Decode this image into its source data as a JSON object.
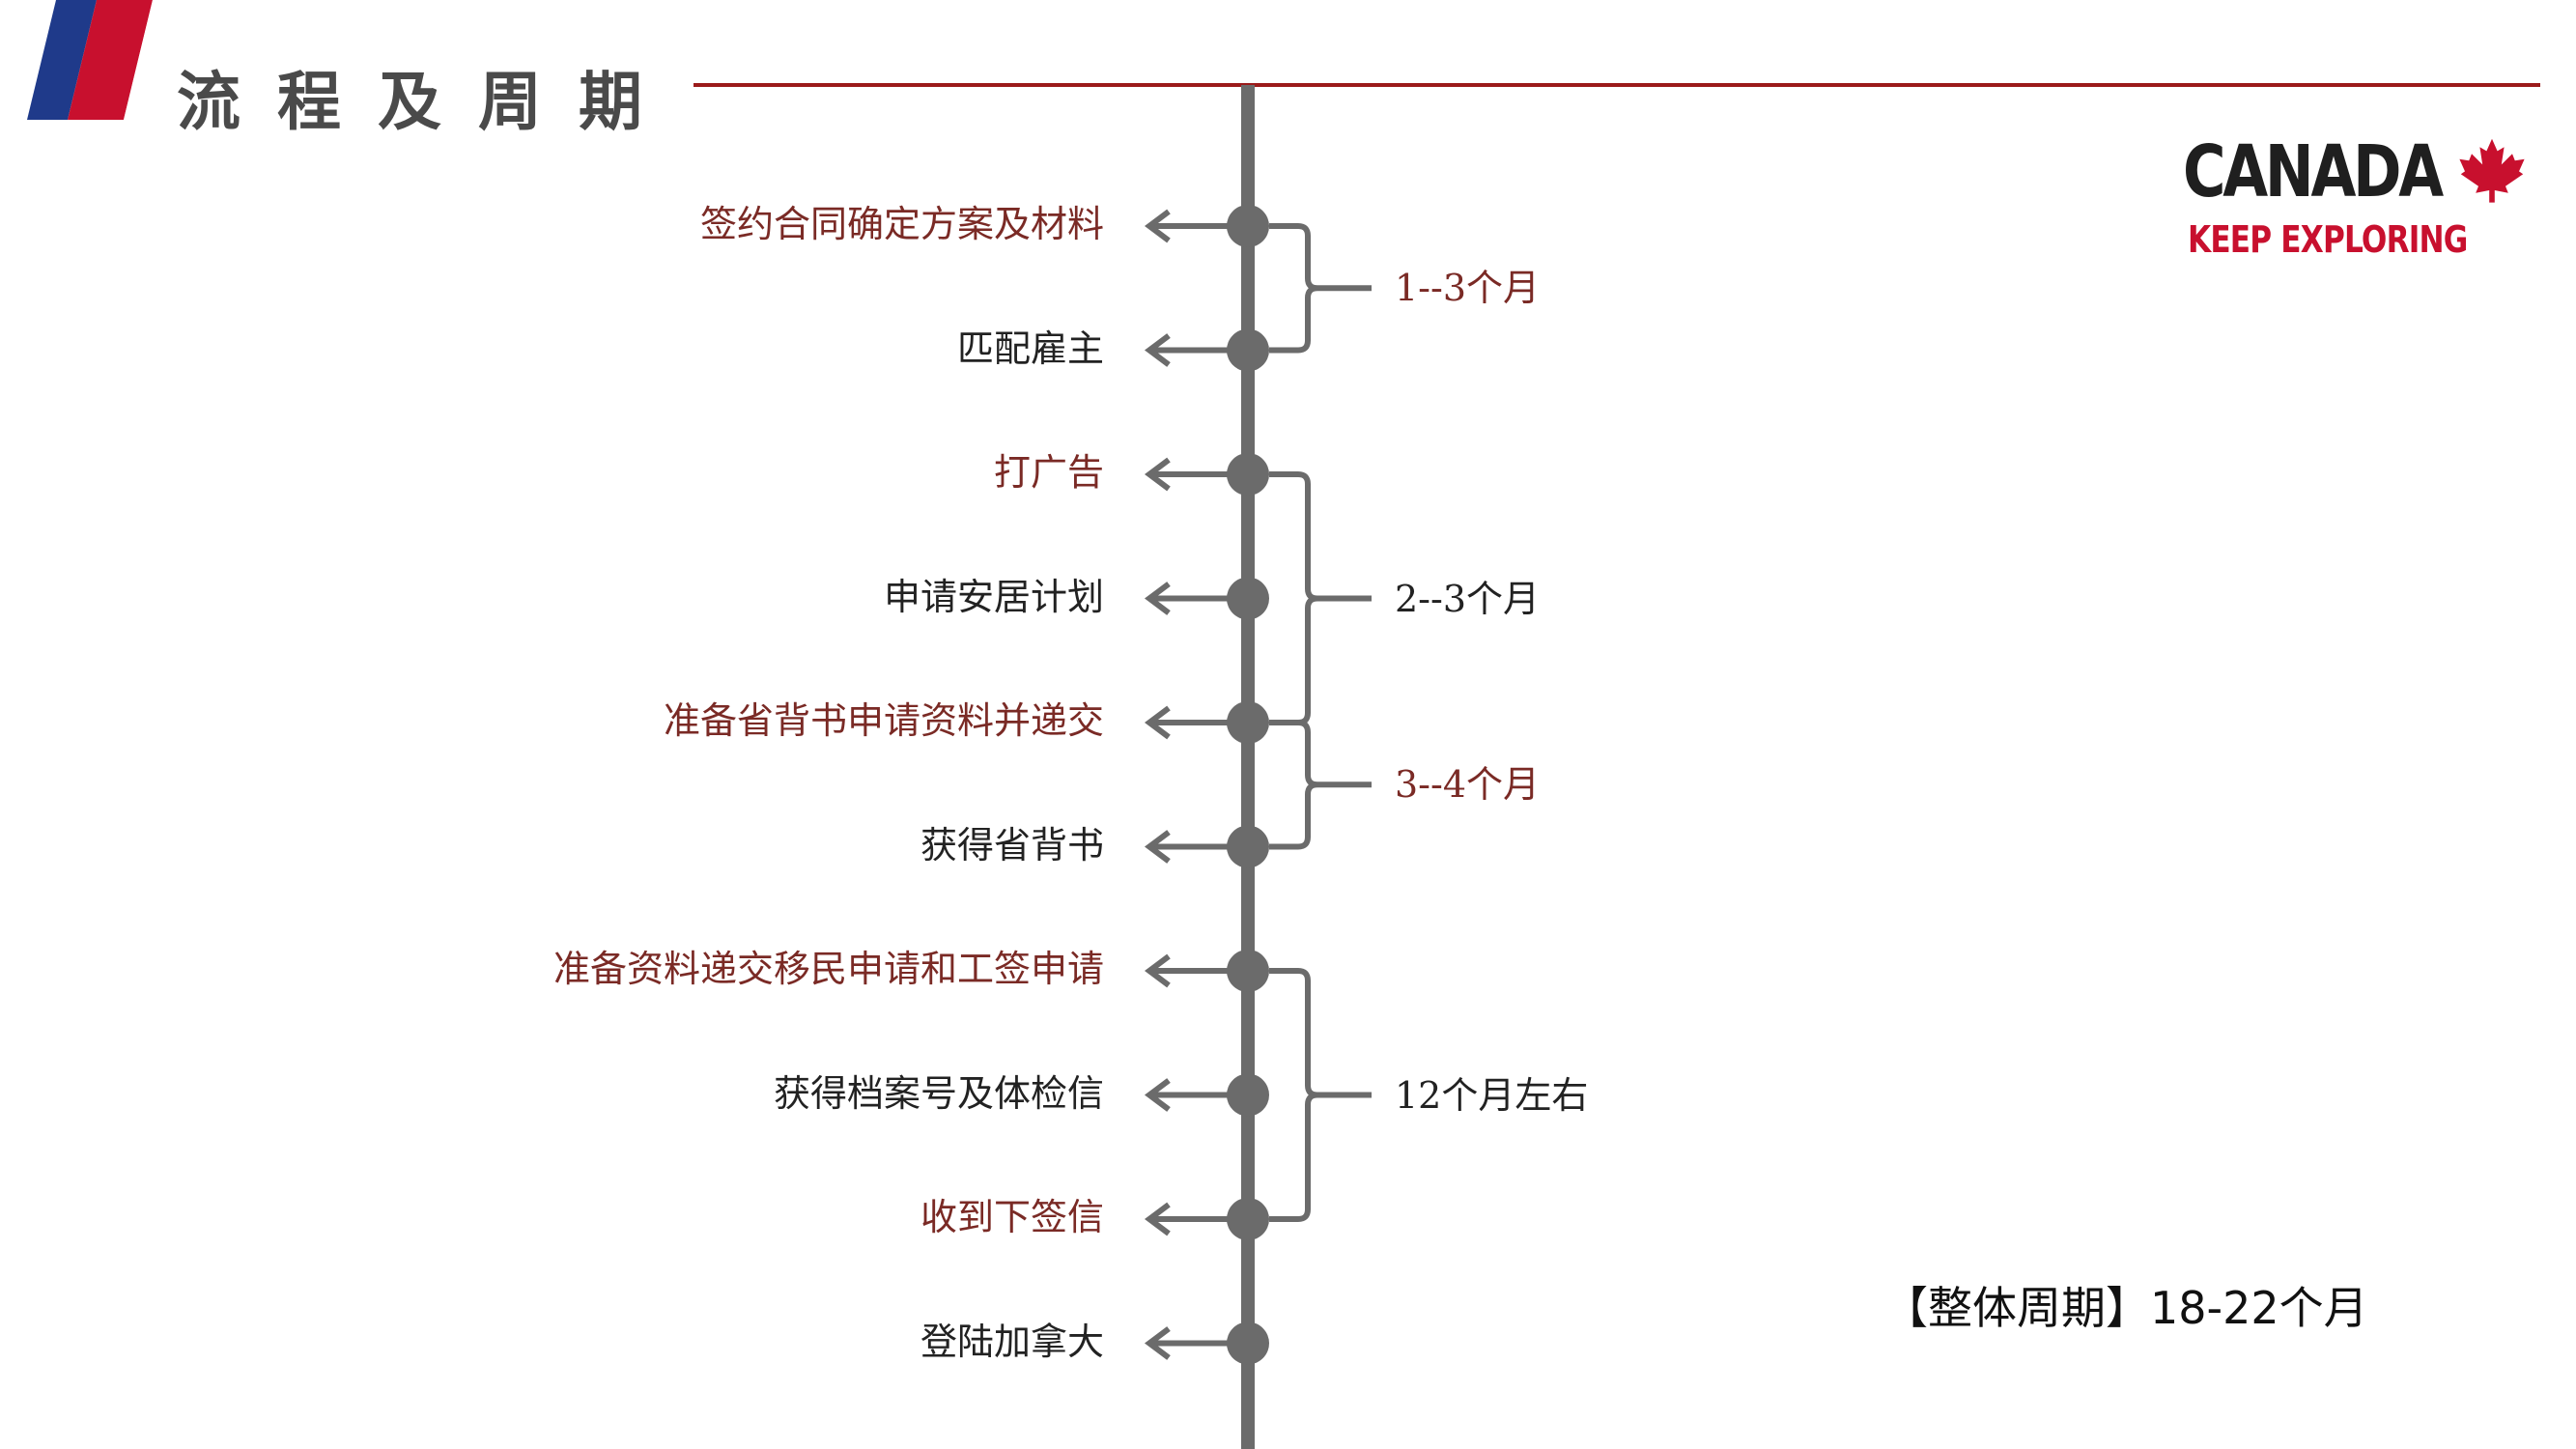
{
  "title": "流程及周期",
  "brand": {
    "word": "CANADA",
    "tagline": "KEEP EXPLORING",
    "icon": "maple-leaf-icon",
    "word_color": "#1f1f1f",
    "tagline_color": "#c8102e"
  },
  "colors": {
    "accent": "#9b1b1b",
    "timeline": "#6b6b6b",
    "highlight_text": "#7a2a25",
    "normal_text": "#222222",
    "stripe_blue": "#1f3a8a",
    "stripe_red": "#c8102e"
  },
  "steps": [
    {
      "label": "签约合同确定方案及材料",
      "highlight": true
    },
    {
      "label": "匹配雇主",
      "highlight": false
    },
    {
      "label": "打广告",
      "highlight": true
    },
    {
      "label": "申请安居计划",
      "highlight": false
    },
    {
      "label": "准备省背书申请资料并递交",
      "highlight": true
    },
    {
      "label": "获得省背书",
      "highlight": false
    },
    {
      "label": "准备资料递交移民申请和工签申请",
      "highlight": true
    },
    {
      "label": "获得档案号及体检信",
      "highlight": false
    },
    {
      "label": "收到下签信",
      "highlight": true
    },
    {
      "label": "登陆加拿大",
      "highlight": false
    }
  ],
  "durations": [
    {
      "label": "1--3个月",
      "from_step": 0,
      "to_step": 1,
      "highlight": true
    },
    {
      "label": "2--3个月",
      "from_step": 2,
      "to_step": 4,
      "highlight": false
    },
    {
      "label": "3--4个月",
      "from_step": 4,
      "to_step": 5,
      "highlight": true
    },
    {
      "label": "12个月左右",
      "from_step": 6,
      "to_step": 8,
      "highlight": false
    }
  ],
  "total": "【整体周期】18-22个月"
}
